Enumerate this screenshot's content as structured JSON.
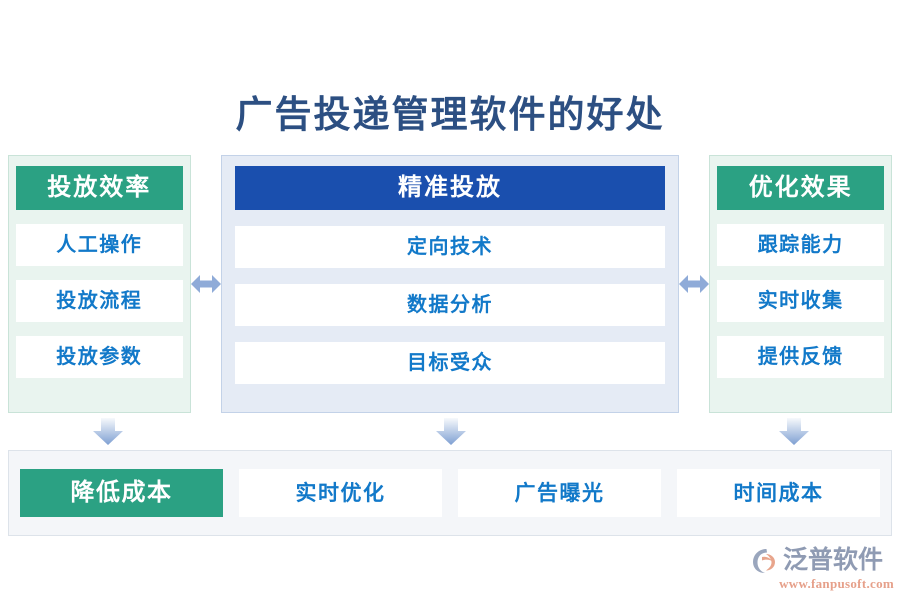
{
  "title": "广告投递管理软件的好处",
  "colors": {
    "title": "#2c4f82",
    "green_header": "#2ba183",
    "blue_header": "#1a4fae",
    "item_text": "#1279c9",
    "left_panel_bg": "#e9f4ef",
    "center_panel_bg": "#e5ebf5",
    "bottom_bar_bg": "#f4f6f9",
    "arrow": "#8fabd8",
    "logo_text": "#8f9bb3",
    "logo_url": "#e6a08a",
    "logo_mark": "#e8a58c"
  },
  "panels": [
    {
      "id": "left",
      "header": "投放效率",
      "header_style": "green",
      "items": [
        "人工操作",
        "投放流程",
        "投放参数"
      ]
    },
    {
      "id": "center",
      "header": "精准投放",
      "header_style": "blue",
      "items": [
        "定向技术",
        "数据分析",
        "目标受众"
      ]
    },
    {
      "id": "right",
      "header": "优化效果",
      "header_style": "green",
      "items": [
        "跟踪能力",
        "实时收集",
        "提供反馈"
      ]
    }
  ],
  "connectors": {
    "horizontal": [
      "double-arrow-left-right",
      "double-arrow-left-right"
    ],
    "vertical": [
      "arrow-down",
      "arrow-down",
      "arrow-down"
    ]
  },
  "bottom": {
    "items": [
      {
        "label": "降低成本",
        "highlight": true
      },
      {
        "label": "实时优化",
        "highlight": false
      },
      {
        "label": "广告曝光",
        "highlight": false
      },
      {
        "label": "时间成本",
        "highlight": false
      }
    ]
  },
  "logo": {
    "mark": "fanpu-swoosh-icon",
    "name": "泛普软件",
    "url": "www.fanpusoft.com"
  }
}
